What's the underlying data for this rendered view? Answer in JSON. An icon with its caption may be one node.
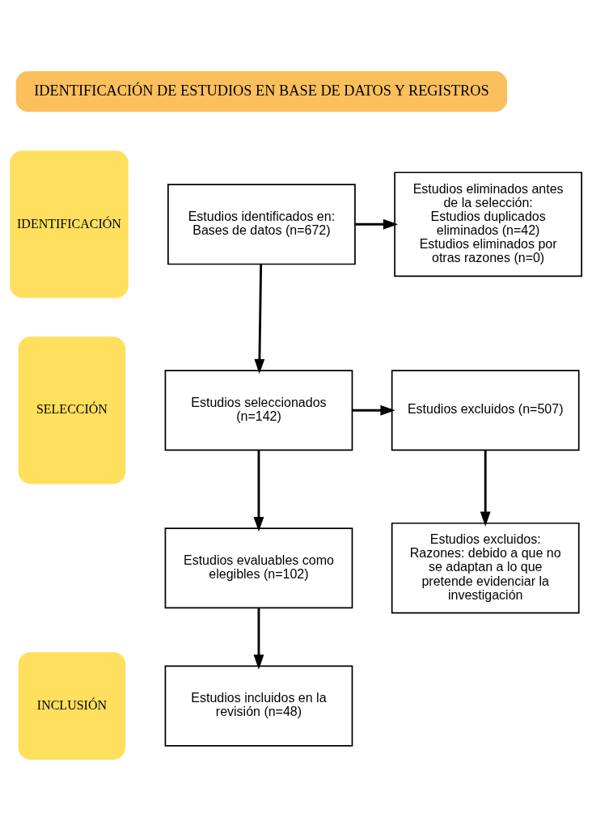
{
  "diagram": {
    "nodes": [
      {
        "text": [
          "IDENTIFICACIÓN DE ESTUDIOS EN BASE DE DATOS Y REGISTROS"
        ]
      },
      {
        "text": [
          "IDENTIFICACIÓN"
        ]
      },
      {
        "text": [
          "SELECCIÓN"
        ]
      },
      {
        "text": [
          "INCLUSIÓN"
        ]
      },
      {
        "text": [
          "Estudios identificados en: Bases de datos (n=672)"
        ]
      },
      {
        "text": [
          "Estudios eliminados antes de la selección:",
          "Estudios duplicados eliminados (n=42)",
          "Estudios eliminados por otras razones (n=0)"
        ]
      },
      {
        "text": [
          "Estudios seleccionados (n=142)"
        ]
      },
      {
        "text": [
          "Estudios excluidos (n=507)"
        ]
      },
      {
        "text": [
          "Estudios evaluables como elegibles (n=102)"
        ]
      },
      {
        "text": [
          "Estudios excluidos:",
          "Razones: debido a que no se adaptan a lo que pretende evidenciar la investigación"
        ]
      },
      {
        "text": [
          "Estudios incluidos en la revisión (n=48)"
        ]
      }
    ],
    "edges": [
      {
        "from": 4,
        "to": 5,
        "arrow": "to"
      },
      {
        "from": 4,
        "to": 6,
        "arrow": "to"
      },
      {
        "from": 6,
        "to": 7,
        "arrow": "to"
      },
      {
        "from": 6,
        "to": 8,
        "arrow": "to"
      },
      {
        "from": 7,
        "to": 9,
        "arrow": "to"
      },
      {
        "from": 8,
        "to": 10,
        "arrow": "to"
      }
    ]
  }
}
